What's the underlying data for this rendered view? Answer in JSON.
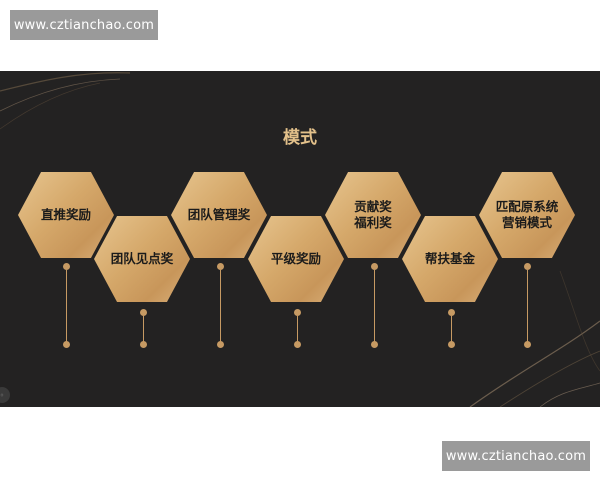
{
  "watermarks": {
    "top": "www.cztianchao.com",
    "bottom": "www.cztianchao.com"
  },
  "slide": {
    "title": "模式",
    "hexagons": [
      {
        "label": "直推奖励"
      },
      {
        "label": "团队见点奖"
      },
      {
        "label": "团队管理奖"
      },
      {
        "label": "平级奖励"
      },
      {
        "label": "贡献奖\n福利奖"
      },
      {
        "label": "帮扶基金"
      },
      {
        "label": "匹配原系统\n营销模式"
      }
    ]
  },
  "colors": {
    "background": "#232222",
    "accent_gold": "#d5a86a",
    "title": "#e2c08a"
  }
}
